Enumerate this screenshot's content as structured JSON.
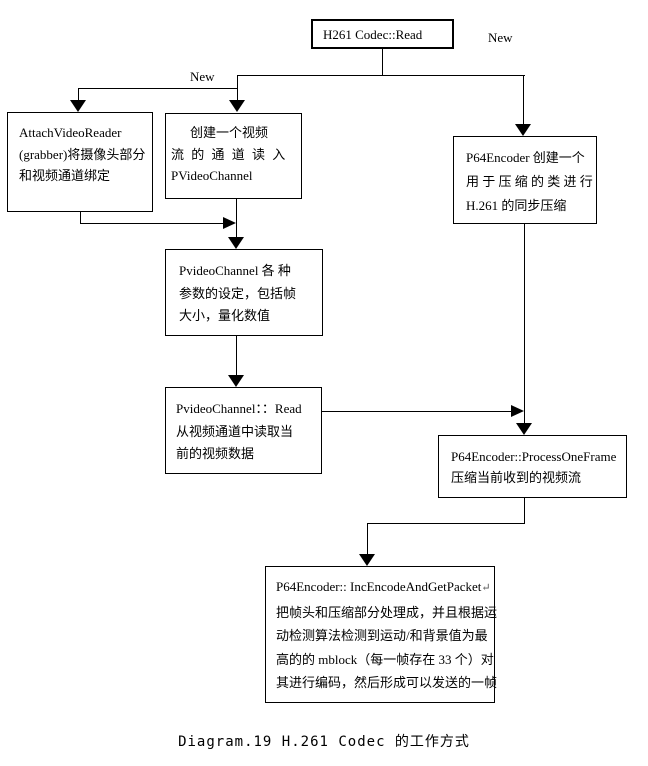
{
  "diagram": {
    "background": "#ffffff",
    "line_color": "#000000",
    "caption": "Diagram.19 H.261 Codec 的工作方式",
    "labels": {
      "new_left": "New",
      "new_right": "New"
    },
    "nodes": {
      "h261_read": {
        "lines": [
          "H261 Codec::Read"
        ]
      },
      "attach_video_reader": {
        "lines": [
          "AttachVideoReader",
          "(grabber)将摄像头部分",
          "和视频通道绑定"
        ]
      },
      "create_video_channel": {
        "lines": [
          "创建一个视频",
          "流 的 通 道 读 入",
          "PVideoChannel"
        ]
      },
      "p64encoder_create": {
        "lines": [
          "P64Encoder 创建一个",
          "用 于 压 缩 的 类 进 行",
          "H.261 的同步压缩"
        ]
      },
      "pvideochannel_params": {
        "lines": [
          "PvideoChannel 各 种",
          "参数的设定，包括帧",
          "大小，量化数值"
        ]
      },
      "pvideochannel_read": {
        "lines": [
          "PvideoChannel：：Read",
          "从视频通道中读取当",
          "前的视频数据"
        ]
      },
      "p64encoder_process_one_frame": {
        "lines": [
          "P64Encoder::ProcessOneFrame",
          "压缩当前收到的视频流"
        ]
      },
      "p64encoder_inc_encode": {
        "lines": [
          "P64Encoder:: IncEncodeAndGetPacket",
          "把帧头和压缩部分处理成，并且根据运",
          "动检测算法检测到运动/和背景值为最",
          "高的的 mblock（每一帧存在 33 个）对",
          "其进行编码，然后形成可以发送的一帧"
        ],
        "return_mark": "↵"
      }
    }
  }
}
